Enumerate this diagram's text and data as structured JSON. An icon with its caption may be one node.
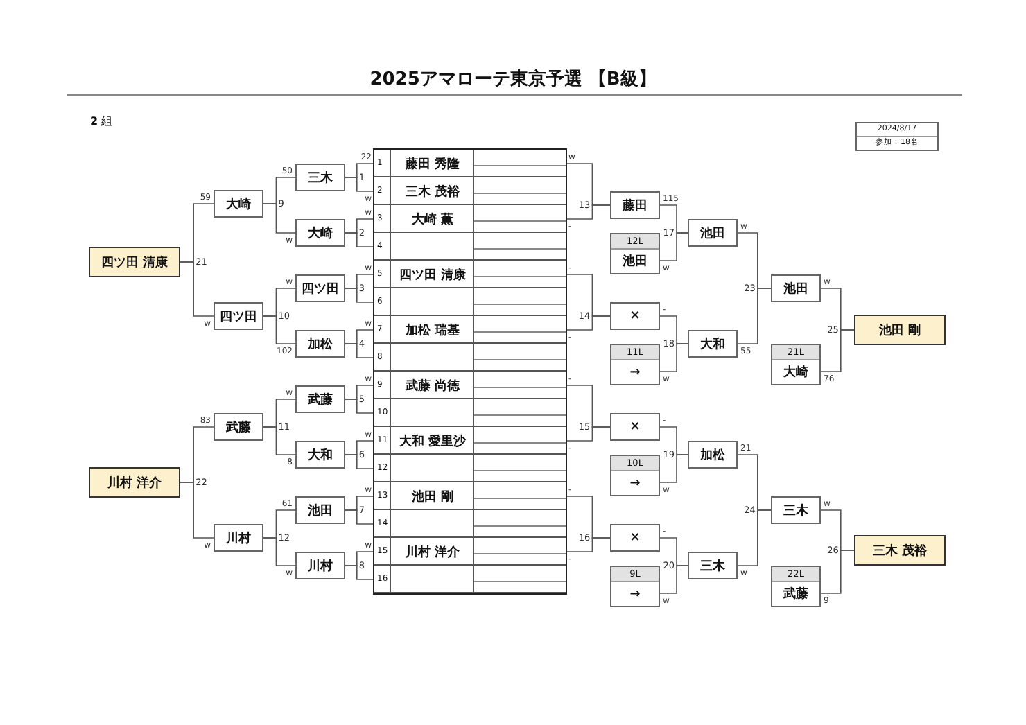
{
  "diagram": {
    "title": "2025アマローテ東京予選 【B級】",
    "nodes": [
      {
        "text": [
          "四ツ田 清康"
        ]
      },
      {
        "text": [
          "大崎"
        ],
        "beside": [
          "59"
        ]
      },
      {
        "text": [
          "四ツ田"
        ],
        "beside": [
          "w"
        ]
      },
      {
        "text": [
          "川村 洋介"
        ]
      },
      {
        "text": [
          "武藤"
        ],
        "beside": [
          "83"
        ]
      },
      {
        "text": [
          "川村"
        ],
        "beside": [
          "w"
        ]
      },
      {
        "text": [
          "三木"
        ],
        "beside": [
          "50"
        ]
      },
      {
        "text": [
          "大崎"
        ],
        "beside": [
          "w"
        ]
      },
      {
        "text": [
          "四ツ田"
        ],
        "beside": [
          "w"
        ]
      },
      {
        "text": [
          "加松"
        ],
        "beside": [
          "102"
        ]
      },
      {
        "text": [
          "武藤"
        ],
        "beside": [
          "w"
        ]
      },
      {
        "text": [
          "大和"
        ],
        "beside": [
          "8"
        ]
      },
      {
        "text": [
          "池田"
        ],
        "beside": [
          "61"
        ]
      },
      {
        "text": [
          "川村"
        ],
        "beside": [
          "w"
        ]
      },
      {
        "text": [
          "1",
          "藤田 秀隆"
        ],
        "beside": [
          "22",
          "w"
        ]
      },
      {
        "text": [
          "2",
          "三木 茂裕"
        ],
        "beside": [
          "w"
        ]
      },
      {
        "text": [
          "3",
          "大崎 薫"
        ],
        "beside": [
          "w",
          "-"
        ]
      },
      {
        "text": [
          "4"
        ]
      },
      {
        "text": [
          "5",
          "四ツ田 清康"
        ],
        "beside": [
          "w",
          "-"
        ]
      },
      {
        "text": [
          "6"
        ]
      },
      {
        "text": [
          "7",
          "加松 瑞基"
        ],
        "beside": [
          "w",
          "-"
        ]
      },
      {
        "text": [
          "8"
        ]
      },
      {
        "text": [
          "9",
          "武藤 尚徳"
        ],
        "beside": [
          "w",
          "-"
        ]
      },
      {
        "text": [
          "10"
        ]
      },
      {
        "text": [
          "11",
          "大和 愛里沙"
        ],
        "beside": [
          "w",
          "-"
        ]
      },
      {
        "text": [
          "12"
        ]
      },
      {
        "text": [
          "13",
          "池田 剛"
        ],
        "beside": [
          "w",
          "-"
        ]
      },
      {
        "text": [
          "14"
        ]
      },
      {
        "text": [
          "15",
          "川村 洋介"
        ],
        "beside": [
          "w",
          "-"
        ]
      },
      {
        "text": [
          "16"
        ]
      },
      {
        "text": [
          "藤田"
        ],
        "beside": [
          "115"
        ]
      },
      {
        "text": [
          "12L",
          "池田"
        ],
        "beside": [
          "w"
        ]
      },
      {
        "text": [
          "×"
        ],
        "beside": [
          "-"
        ]
      },
      {
        "text": [
          "11L",
          "→"
        ],
        "beside": [
          "w"
        ]
      },
      {
        "text": [
          "×"
        ],
        "beside": [
          "-"
        ]
      },
      {
        "text": [
          "10L",
          "→"
        ],
        "beside": [
          "w"
        ]
      },
      {
        "text": [
          "×"
        ],
        "beside": [
          "-"
        ]
      },
      {
        "text": [
          "9L",
          "→"
        ],
        "beside": [
          "w"
        ]
      },
      {
        "text": [
          "池田"
        ],
        "beside": [
          "w"
        ]
      },
      {
        "text": [
          "大和"
        ],
        "beside": [
          "55"
        ]
      },
      {
        "text": [
          "加松"
        ],
        "beside": [
          "21"
        ]
      },
      {
        "text": [
          "三木"
        ],
        "beside": [
          "w"
        ]
      },
      {
        "text": [
          "池田"
        ],
        "beside": [
          "w"
        ]
      },
      {
        "text": [
          "21L",
          "大崎"
        ],
        "beside": [
          "76"
        ]
      },
      {
        "text": [
          "三木"
        ],
        "beside": [
          "w"
        ]
      },
      {
        "text": [
          "22L",
          "武藤"
        ],
        "beside": [
          "9"
        ]
      },
      {
        "text": [
          "池田 剛"
        ]
      },
      {
        "text": [
          "三木 茂裕"
        ]
      }
    ],
    "edges": [
      {
        "from": 14,
        "to": 6,
        "arrow": "none",
        "label": "1"
      },
      {
        "from": 15,
        "to": 6,
        "arrow": "none"
      },
      {
        "from": 16,
        "to": 7,
        "arrow": "none",
        "label": "2"
      },
      {
        "from": 17,
        "to": 7,
        "arrow": "none"
      },
      {
        "from": 18,
        "to": 8,
        "arrow": "none",
        "label": "3"
      },
      {
        "from": 19,
        "to": 8,
        "arrow": "none"
      },
      {
        "from": 20,
        "to": 9,
        "arrow": "none",
        "label": "4"
      },
      {
        "from": 21,
        "to": 9,
        "arrow": "none"
      },
      {
        "from": 22,
        "to": 10,
        "arrow": "none",
        "label": "5"
      },
      {
        "from": 23,
        "to": 10,
        "arrow": "none"
      },
      {
        "from": 24,
        "to": 11,
        "arrow": "none",
        "label": "6"
      },
      {
        "from": 25,
        "to": 11,
        "arrow": "none"
      },
      {
        "from": 26,
        "to": 12,
        "arrow": "none",
        "label": "7"
      },
      {
        "from": 27,
        "to": 12,
        "arrow": "none"
      },
      {
        "from": 28,
        "to": 13,
        "arrow": "none",
        "label": "8"
      },
      {
        "from": 29,
        "to": 13,
        "arrow": "none"
      },
      {
        "from": 6,
        "to": 1,
        "arrow": "none",
        "label": "9"
      },
      {
        "from": 7,
        "to": 1,
        "arrow": "none"
      },
      {
        "from": 8,
        "to": 2,
        "arrow": "none",
        "label": "10"
      },
      {
        "from": 9,
        "to": 2,
        "arrow": "none"
      },
      {
        "from": 10,
        "to": 4,
        "arrow": "none",
        "label": "11"
      },
      {
        "from": 11,
        "to": 4,
        "arrow": "none"
      },
      {
        "from": 12,
        "to": 5,
        "arrow": "none",
        "label": "12"
      },
      {
        "from": 13,
        "to": 5,
        "arrow": "none"
      },
      {
        "from": 1,
        "to": 0,
        "arrow": "none",
        "label": "21"
      },
      {
        "from": 2,
        "to": 0,
        "arrow": "none"
      },
      {
        "from": 4,
        "to": 3,
        "arrow": "none",
        "label": "22"
      },
      {
        "from": 5,
        "to": 3,
        "arrow": "none"
      },
      {
        "from": 14,
        "to": 30,
        "arrow": "none",
        "label": "13"
      },
      {
        "from": 16,
        "to": 30,
        "arrow": "none"
      },
      {
        "from": 18,
        "to": 32,
        "arrow": "none",
        "label": "14"
      },
      {
        "from": 20,
        "to": 32,
        "arrow": "none"
      },
      {
        "from": 22,
        "to": 34,
        "arrow": "none",
        "label": "15"
      },
      {
        "from": 24,
        "to": 34,
        "arrow": "none"
      },
      {
        "from": 26,
        "to": 36,
        "arrow": "none",
        "label": "16"
      },
      {
        "from": 28,
        "to": 36,
        "arrow": "none"
      },
      {
        "from": 30,
        "to": 38,
        "arrow": "none",
        "label": "17"
      },
      {
        "from": 31,
        "to": 38,
        "arrow": "none"
      },
      {
        "from": 32,
        "to": 39,
        "arrow": "none",
        "label": "18"
      },
      {
        "from": 33,
        "to": 39,
        "arrow": "none"
      },
      {
        "from": 34,
        "to": 40,
        "arrow": "none",
        "label": "19"
      },
      {
        "from": 35,
        "to": 40,
        "arrow": "none"
      },
      {
        "from": 36,
        "to": 41,
        "arrow": "none",
        "label": "20"
      },
      {
        "from": 37,
        "to": 41,
        "arrow": "none"
      },
      {
        "from": 38,
        "to": 42,
        "arrow": "none",
        "label": "23"
      },
      {
        "from": 39,
        "to": 42,
        "arrow": "none"
      },
      {
        "from": 40,
        "to": 44,
        "arrow": "none",
        "label": "24"
      },
      {
        "from": 41,
        "to": 44,
        "arrow": "none"
      },
      {
        "from": 42,
        "to": 46,
        "arrow": "none",
        "label": "25"
      },
      {
        "from": 43,
        "to": 46,
        "arrow": "none"
      },
      {
        "from": 44,
        "to": 47,
        "arrow": "none",
        "label": "26"
      },
      {
        "from": 45,
        "to": 47,
        "arrow": "none"
      }
    ],
    "labels": [
      "**2** 組",
      "2024/8/17",
      "参加：18名"
    ]
  }
}
